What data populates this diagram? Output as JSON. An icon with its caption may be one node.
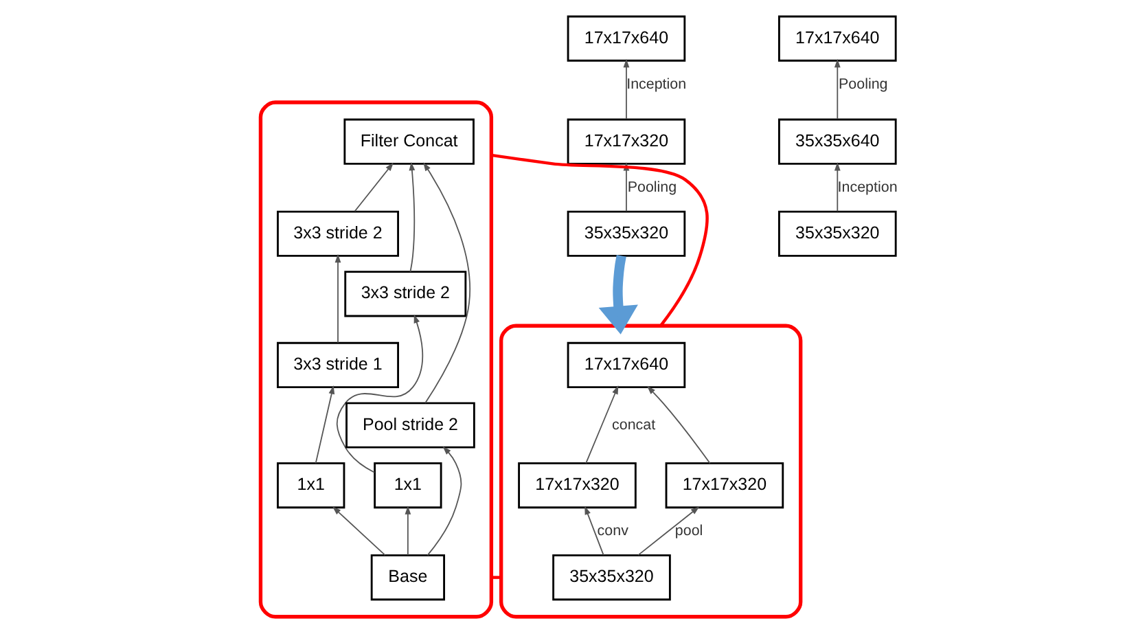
{
  "diagram": {
    "nodes": [
      {
        "text": [
          "17x17x640"
        ]
      },
      {
        "text": [
          "17x17x320"
        ]
      },
      {
        "text": [
          "35x35x320"
        ]
      },
      {
        "text": [
          "17x17x640"
        ]
      },
      {
        "text": [
          "35x35x640"
        ]
      },
      {
        "text": [
          "35x35x320"
        ]
      },
      {
        "text": [],
        "shape": "box"
      },
      {
        "text": [
          "17x17x640"
        ],
        "in": 6
      },
      {
        "text": [
          "17x17x320"
        ],
        "in": 6
      },
      {
        "text": [
          "17x17x320"
        ],
        "in": 6
      },
      {
        "text": [
          "35x35x320"
        ],
        "in": 6
      },
      {
        "text": [],
        "shape": "box"
      },
      {
        "text": [
          "Filter Concat"
        ],
        "in": 11
      },
      {
        "text": [
          "3x3 stride 2"
        ],
        "in": 11
      },
      {
        "text": [
          "3x3 stride 1"
        ],
        "in": 11
      },
      {
        "text": [
          "3x3 stride 2"
        ],
        "in": 11
      },
      {
        "text": [
          "1x1"
        ],
        "in": 11
      },
      {
        "text": [
          "1x1"
        ],
        "in": 11
      },
      {
        "text": [
          "Pool stride 2"
        ],
        "in": 11
      },
      {
        "text": [
          "Base"
        ],
        "in": 11
      }
    ],
    "edges": [
      {
        "from": 2,
        "to": 1,
        "arrow": "to",
        "label": "Pooling"
      },
      {
        "from": 1,
        "to": 0,
        "arrow": "to",
        "label": "Inception"
      },
      {
        "from": 5,
        "to": 4,
        "arrow": "to",
        "label": "Inception"
      },
      {
        "from": 4,
        "to": 3,
        "arrow": "to",
        "label": "Pooling"
      },
      {
        "from": 2,
        "to": 6,
        "arrow": "to",
        "style": "thick",
        "color": "#5b9bd5"
      },
      {
        "from": 10,
        "to": 8,
        "arrow": "to",
        "label": "conv"
      },
      {
        "from": 10,
        "to": 9,
        "arrow": "to",
        "label": "pool"
      },
      {
        "from": 8,
        "to": 7,
        "arrow": "to",
        "label": "concat"
      },
      {
        "from": 9,
        "to": 7,
        "arrow": "to"
      },
      {
        "from": 6,
        "to": 11,
        "arrow": "none",
        "color": "#ff0000"
      },
      {
        "from": 6,
        "to": 11,
        "arrow": "none",
        "color": "#ff0000"
      },
      {
        "from": 19,
        "to": 16,
        "arrow": "to"
      },
      {
        "from": 19,
        "to": 17,
        "arrow": "to"
      },
      {
        "from": 19,
        "to": 18,
        "arrow": "to"
      },
      {
        "from": 16,
        "to": 14,
        "arrow": "to"
      },
      {
        "from": 14,
        "to": 13,
        "arrow": "to"
      },
      {
        "from": 17,
        "to": 15,
        "arrow": "to"
      },
      {
        "from": 13,
        "to": 12,
        "arrow": "to"
      },
      {
        "from": 15,
        "to": 12,
        "arrow": "to"
      },
      {
        "from": 18,
        "to": 12,
        "arrow": "to"
      }
    ]
  }
}
